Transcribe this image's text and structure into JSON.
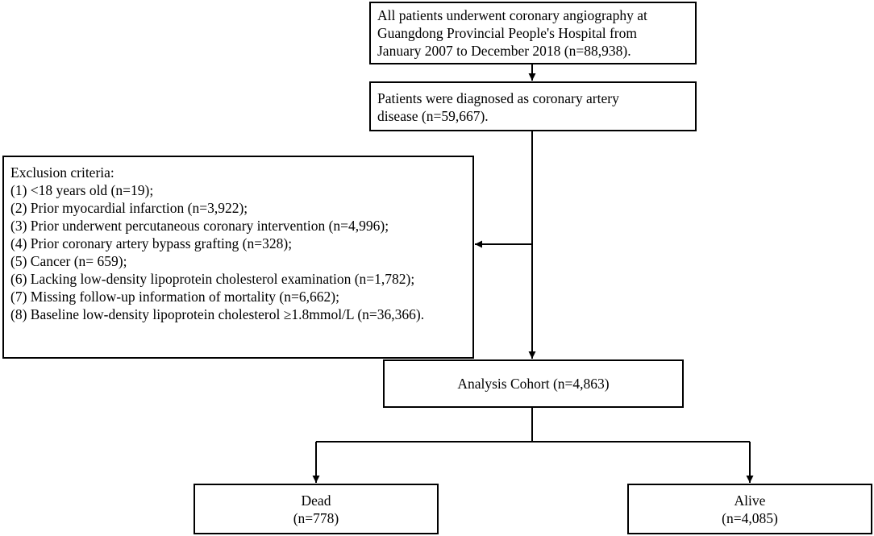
{
  "flowchart": {
    "source_box": {
      "lines": [
        "All patients  underwent coronary angiography at",
        "Guangdong Provincial People's Hospital from",
        "January 2007 to December 2018 (n=88,938)."
      ]
    },
    "diagnosis_box": {
      "lines": [
        "Patients  were diagnosed as coronary artery",
        "disease  (n=59,667)."
      ]
    },
    "exclusion_box": {
      "title": "Exclusion criteria:",
      "items": [
        "(1) <18 years old (n=19);",
        "(2) Prior myocardial infarction (n=3,922);",
        "(3) Prior underwent percutaneous coronary intervention (n=4,996);",
        "(4) Prior coronary artery bypass grafting (n=328);",
        "(5) Cancer (n= 659);",
        "(6) Lacking low-density lipoprotein cholesterol examination (n=1,782);",
        "(7) Missing follow-up information of mortality (n=6,662);",
        "(8) Baseline low-density lipoprotein cholesterol ≥1.8mmol/L (n=36,366)."
      ]
    },
    "cohort_box": {
      "label": "Analysis Cohort (n=4,863)"
    },
    "dead_box": {
      "label": "Dead",
      "count": "(n=778)"
    },
    "alive_box": {
      "label": "Alive",
      "count": "(n=4,085)"
    }
  }
}
